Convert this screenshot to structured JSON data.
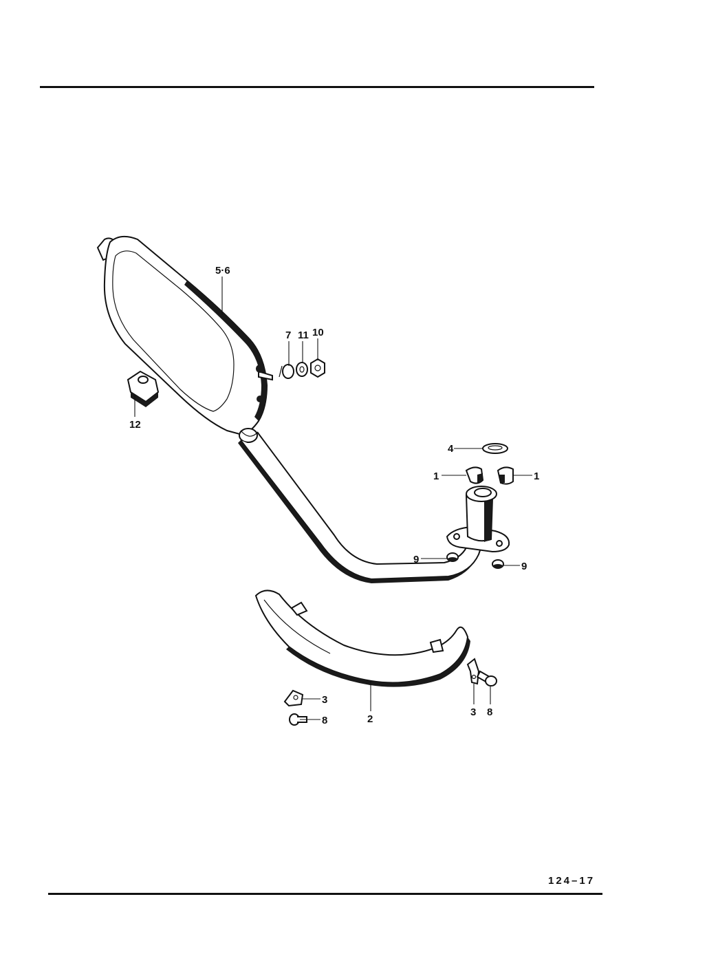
{
  "page": {
    "number": "124–17"
  },
  "callouts": {
    "muffler": "5·6",
    "washer_7": "7",
    "washer_11": "11",
    "nut_10": "10",
    "cushion_12": "12",
    "gasket_4": "4",
    "collar_1_left": "1",
    "collar_1_right": "1",
    "nut_9_left": "9",
    "nut_9_right": "9",
    "protector_2": "2",
    "bracket_3_left": "3",
    "bracket_3_right": "3",
    "bolt_8_left": "8",
    "bolt_8_right": "8"
  },
  "parts": [
    {
      "ref": "1",
      "icon": "exhaust-collar-icon"
    },
    {
      "ref": "2",
      "icon": "pipe-protector-icon"
    },
    {
      "ref": "3",
      "icon": "bracket-icon"
    },
    {
      "ref": "4",
      "icon": "gasket-icon"
    },
    {
      "ref": "5·6",
      "icon": "muffler-icon"
    },
    {
      "ref": "7",
      "icon": "spring-washer-icon"
    },
    {
      "ref": "8",
      "icon": "bolt-icon"
    },
    {
      "ref": "9",
      "icon": "nut-icon"
    },
    {
      "ref": "10",
      "icon": "nut-icon"
    },
    {
      "ref": "11",
      "icon": "washer-icon"
    },
    {
      "ref": "12",
      "icon": "rubber-cushion-icon"
    }
  ],
  "colors": {
    "ink": "#111111",
    "paper": "#ffffff"
  }
}
